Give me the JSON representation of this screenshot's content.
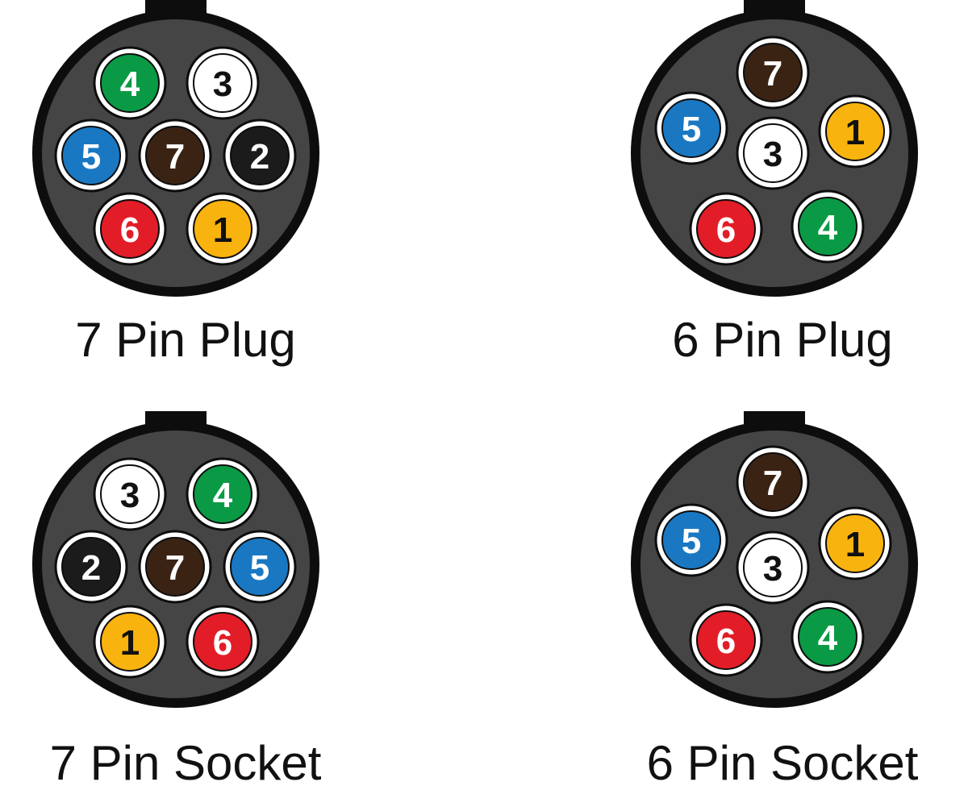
{
  "connectors": [
    {
      "label": "7 Pin Plug",
      "pins": [
        {
          "number": "4",
          "color": "#0a9a45",
          "text_color": "#ffffff"
        },
        {
          "number": "3",
          "color": "#ffffff",
          "text_color": "#111111"
        },
        {
          "number": "5",
          "color": "#1a78c2",
          "text_color": "#ffffff"
        },
        {
          "number": "7",
          "color": "#3b2314",
          "text_color": "#ffffff"
        },
        {
          "number": "2",
          "color": "#1b1b1b",
          "text_color": "#ffffff"
        },
        {
          "number": "6",
          "color": "#e21d27",
          "text_color": "#ffffff"
        },
        {
          "number": "1",
          "color": "#f9b30f",
          "text_color": "#111111"
        }
      ]
    },
    {
      "label": "6 Pin Plug",
      "pins": [
        {
          "number": "7",
          "color": "#3b2314",
          "text_color": "#ffffff"
        },
        {
          "number": "5",
          "color": "#1a78c2",
          "text_color": "#ffffff"
        },
        {
          "number": "3",
          "color": "#ffffff",
          "text_color": "#111111"
        },
        {
          "number": "1",
          "color": "#f9b30f",
          "text_color": "#111111"
        },
        {
          "number": "6",
          "color": "#e21d27",
          "text_color": "#ffffff"
        },
        {
          "number": "4",
          "color": "#0a9a45",
          "text_color": "#ffffff"
        }
      ]
    },
    {
      "label": "7 Pin Socket",
      "pins": [
        {
          "number": "3",
          "color": "#ffffff",
          "text_color": "#111111"
        },
        {
          "number": "4",
          "color": "#0a9a45",
          "text_color": "#ffffff"
        },
        {
          "number": "2",
          "color": "#1b1b1b",
          "text_color": "#ffffff"
        },
        {
          "number": "7",
          "color": "#3b2314",
          "text_color": "#ffffff"
        },
        {
          "number": "5",
          "color": "#1a78c2",
          "text_color": "#ffffff"
        },
        {
          "number": "1",
          "color": "#f9b30f",
          "text_color": "#111111"
        },
        {
          "number": "6",
          "color": "#e21d27",
          "text_color": "#ffffff"
        }
      ]
    },
    {
      "label": "6 Pin Socket",
      "pins": [
        {
          "number": "7",
          "color": "#3b2314",
          "text_color": "#ffffff"
        },
        {
          "number": "5",
          "color": "#1a78c2",
          "text_color": "#ffffff"
        },
        {
          "number": "3",
          "color": "#ffffff",
          "text_color": "#111111"
        },
        {
          "number": "1",
          "color": "#f9b30f",
          "text_color": "#111111"
        },
        {
          "number": "6",
          "color": "#e21d27",
          "text_color": "#ffffff"
        },
        {
          "number": "4",
          "color": "#0a9a45",
          "text_color": "#ffffff"
        }
      ]
    }
  ],
  "colors": {
    "housing_fill": "#454545",
    "housing_outline": "#0d0d0d",
    "tab": "#0d0d0d",
    "pin_ring": "#ffffff",
    "pin_outline": "#0d0d0d"
  }
}
